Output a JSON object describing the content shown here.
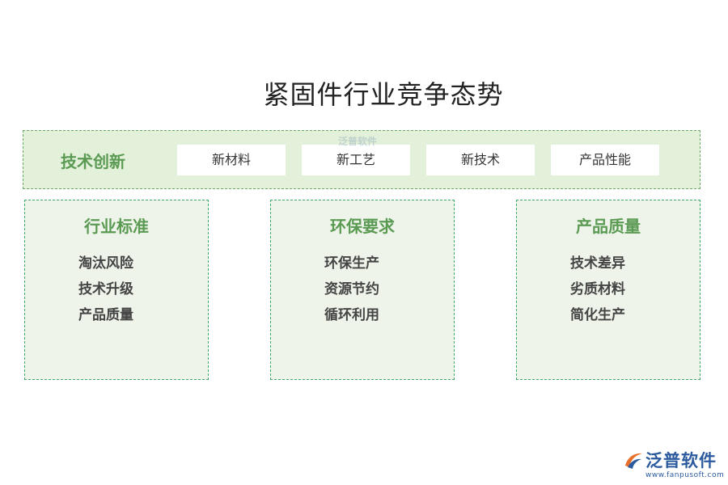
{
  "title": "紧固件行业竞争态势",
  "top_band": {
    "label": "技术创新",
    "items": [
      "新材料",
      "新工艺",
      "新技术",
      "产品性能"
    ]
  },
  "cards": [
    {
      "title": "行业标准",
      "items": [
        "淘汰风险",
        "技术升级",
        "产品质量"
      ]
    },
    {
      "title": "环保要求",
      "items": [
        "环保生产",
        "资源节约",
        "循环利用"
      ]
    },
    {
      "title": "产品质量",
      "items": [
        "技术差异",
        "劣质材料",
        "简化生产"
      ]
    }
  ],
  "logo": {
    "text": "泛普软件",
    "url": "www.fanpusoft.com"
  },
  "watermark": {
    "text": "泛普软件"
  },
  "colors": {
    "band_bg": "#e3f0da",
    "card_bg": "#eef4ea",
    "accent_green": "#5a9a52",
    "border_green": "#3fa86a",
    "logo_blue": "#2b5b9e"
  }
}
